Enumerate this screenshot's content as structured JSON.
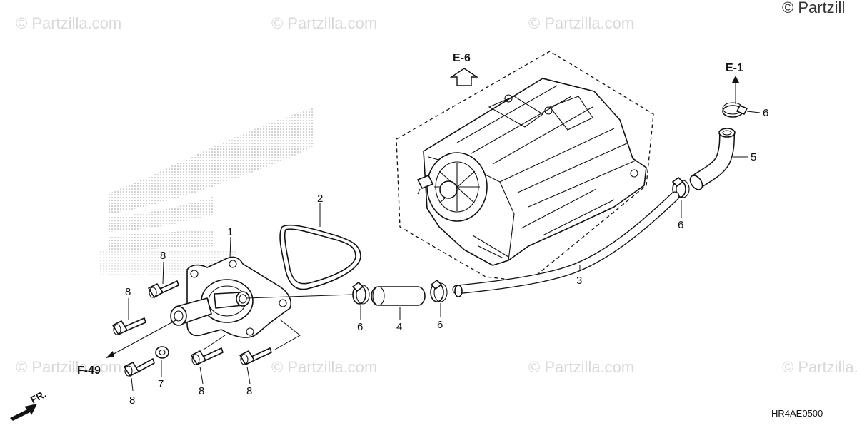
{
  "watermarks": [
    {
      "text": "© Partzilla.com"
    },
    {
      "text": "© Partzilla.com"
    },
    {
      "text": "© Partzilla.com"
    },
    {
      "text": "© Partzilla.com"
    },
    {
      "text": "© Partzilla.com"
    },
    {
      "text": "© Partzilla.com"
    },
    {
      "text": "© Partzilla.com"
    }
  ],
  "copyright": "© Partzill",
  "references": {
    "e6": "E-6",
    "e1": "E-1",
    "f49": "F-49",
    "fr": "FR."
  },
  "callouts": {
    "c1": "1",
    "c2": "2",
    "c3": "3",
    "c4": "4",
    "c5": "5",
    "c6_top": "6",
    "c6_mid": "6",
    "c6_a": "6",
    "c6_b": "6",
    "c7": "7",
    "c8_a": "8",
    "c8_b": "8",
    "c8_c": "8",
    "c8_d": "8",
    "c8_e": "8"
  },
  "diagram_code": "HR4AE0500"
}
